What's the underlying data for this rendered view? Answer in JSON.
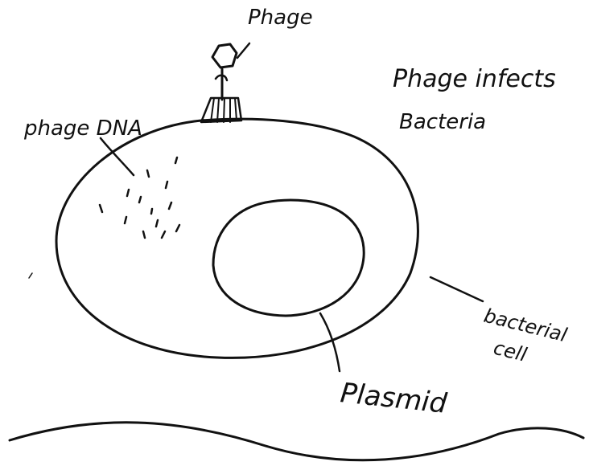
{
  "diagram": {
    "title_line1": "Phage infects",
    "title_line2": "Bacteria",
    "labels": {
      "phage": "Phage",
      "phage_dna": "phage DNA",
      "bacterial_cell_line1": "bacterial",
      "bacterial_cell_line2": "cell",
      "plasmid": "Plasmid"
    },
    "colors": {
      "ink": "#111111",
      "paper": "#ffffff"
    }
  }
}
